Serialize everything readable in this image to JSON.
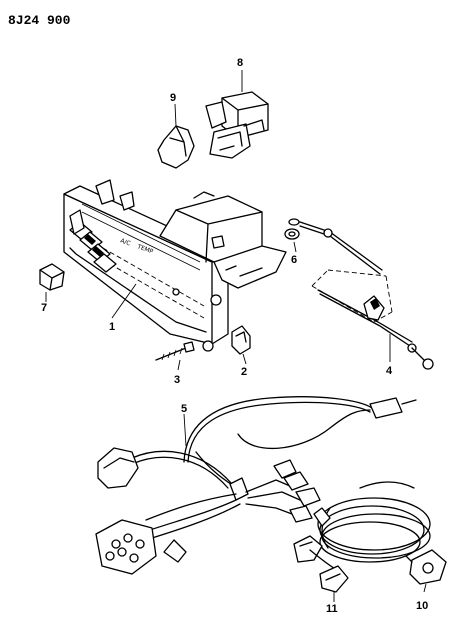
{
  "drawing_code": "8J24 900",
  "callouts": [
    "1",
    "2",
    "3",
    "4",
    "5",
    "6",
    "7",
    "8",
    "9",
    "10",
    "11"
  ],
  "panel_legend": [
    "A/C",
    "TEMP"
  ]
}
